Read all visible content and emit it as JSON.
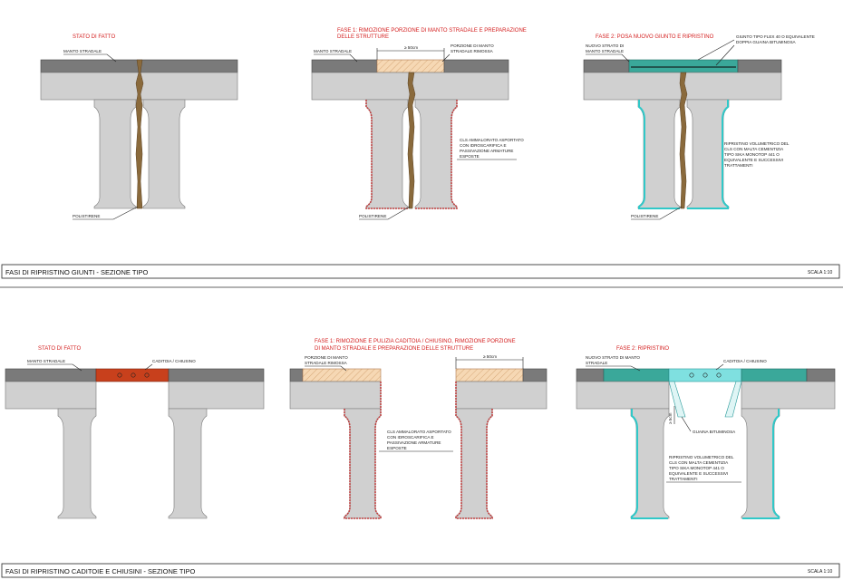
{
  "top": {
    "bar_title": "FASI DI RIPRISTINO GIUNTI - SEZIONE TIPO",
    "scale": "SCALA 1:10",
    "p1": {
      "title": "STATO DI FATTO",
      "manto_label": "MANTO STRADALE",
      "poly_label": "POLISTIRENE"
    },
    "p2": {
      "title_line1": "FASE 1: RIMOZIONE PORZIONE DI MANTO STRADALE E PREPARAZIONE",
      "title_line2": "DELLE STRUTTURE",
      "manto_label": "MANTO STRADALE",
      "dim_label": "≥ 50cm",
      "porzione_line1": "PORZIONE DI MANTO",
      "porzione_line2": "STRADALE RIMOSSA",
      "cls_line1": "CLS AMMALORATO ASPORTATO",
      "cls_line2": "CON IDROSCARIFICA E",
      "cls_line3": "PASSIVAZIONE ARMATURE",
      "cls_line4": "ESPOSTE",
      "poly_label": "POLISTIRENE"
    },
    "p3": {
      "title": "FASE 2: POSA NUOVO GIUNTO E RIPRISTINO",
      "nuovo_line1": "NUOVO STRATO DI",
      "nuovo_line2": "MANTO STRADALE",
      "giunto_line1": "GIUNTO TIPO FLEX 40 O EQUIVALENTE",
      "giunto_line2": "DOPPIA GUAINA BITUMINOSA",
      "rip_line1": "RIPRISTINO VOLUMETRICO DEL",
      "rip_line2": "CLS CON MALTA CEMENTIZIA",
      "rip_line3": "TIPO SIKA MONOTOP 441 O",
      "rip_line4": "EQUIVALENTE E SUCCESSIVI",
      "rip_line5": "TRATTAMENTI",
      "poly_label": "POLISTIRENE"
    }
  },
  "bottom": {
    "bar_title": "FASI DI RIPRISTINO CADITOIE E CHIUSINI - SEZIONE TIPO",
    "scale": "SCALA 1:10",
    "p1": {
      "title": "STATO DI FATTO",
      "manto_label": "MANTO STRADALE",
      "cad_label": "CADITOIA / CHIUSINO"
    },
    "p2": {
      "title_line1": "FASE 1: RIMOZIONE E PULIZIA CADITOIA / CHIUSINO, RIMOZIONE PORZIONE",
      "title_line2": "DI MANTO STRADALE E PREPARAZIONE DELLE STRUTTURE",
      "porzione_line1": "PORZIONE DI MANTO",
      "porzione_line2": "STRADALE RIMOSSA",
      "dim_label": "≥ 50cm",
      "cls_line1": "CLS AMMALORATO ASPORTATO",
      "cls_line2": "CON IDROSCARIFICA E",
      "cls_line3": "PASSIVAZIONE ARMATURE",
      "cls_line4": "ESPOSTE"
    },
    "p3": {
      "title": "FASE 2: RIPRISTINO",
      "nuovo_line1": "NUOVO STRATO DI MANTO",
      "nuovo_line2": "STRADALE",
      "cad_label": "CADITOIA / CHIUSINO",
      "dim_label": "≥ 5cm",
      "guaina_label": "GUAINA BITUMINOSA",
      "rip_line1": "RIPRISTINO VOLUMETRICO DEL",
      "rip_line2": "CLS CON MALTA CEMENTIZIA",
      "rip_line3": "TIPO SIKA MONOTOP 441 O",
      "rip_line4": "EQUIVALENTE E SUCCESSIVI",
      "rip_line5": "TRATTAMENTI"
    }
  }
}
